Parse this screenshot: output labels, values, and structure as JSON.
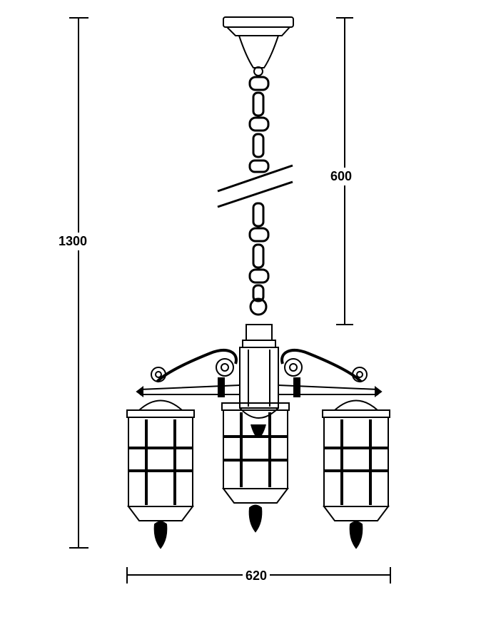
{
  "dimensions": {
    "total_height": "1300",
    "chain_length": "600",
    "width": "620"
  },
  "colors": {
    "line": "#000000",
    "background": "#ffffff"
  }
}
